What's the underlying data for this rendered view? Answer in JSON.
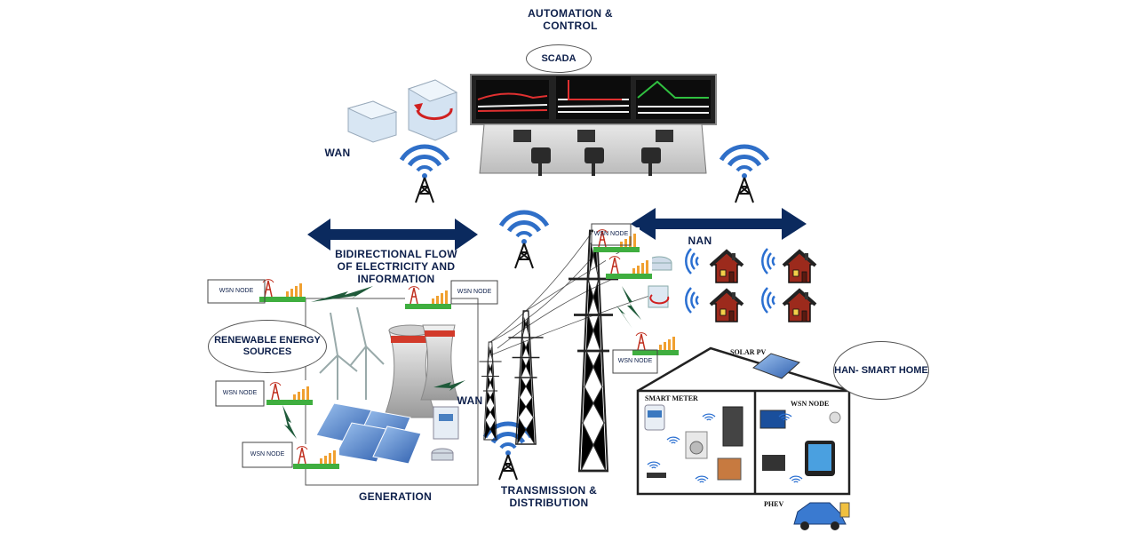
{
  "labels": {
    "automation": "AUTOMATION & CONTROL",
    "scada": "SCADA",
    "wan_top": "WAN",
    "nan": "NAN",
    "bidirectional": "BIDIRECTIONAL FLOW OF ELECTRICITY AND INFORMATION",
    "renewable": "RENEWABLE ENERGY SOURCES",
    "wan_generation": "WAN",
    "generation": "GENERATION",
    "transmission": "TRANSMISSION & DISTRIBUTION",
    "han": "HAN- SMART HOME",
    "solar_pv": "SOLAR PV",
    "smart_meter": "SMART METER",
    "wsn_node_home": "WSN NODE",
    "phev": "PHEV"
  },
  "wsn_nodes": [
    "WSN NODE",
    "WSN NODE",
    "WSN NODE",
    "WSN NODE",
    "WSN NODE",
    "WSN NODE",
    "WSN NODE"
  ],
  "colors": {
    "navy": "#0d1f4a",
    "arrow": "#0b2a5e",
    "signal": "#2a6fd1",
    "house_red": "#9c2a1c",
    "green_bar": "#3fae3f",
    "panel_blue": "#3f6fbf"
  },
  "icons": [
    "server-icon",
    "cooling-tower-icon",
    "wind-turbine-icon",
    "solar-panel-icon",
    "transmission-tower-icon",
    "house-icon",
    "wifi-icon",
    "radio-tower-icon",
    "control-room-icon",
    "car-icon",
    "lightning-icon"
  ]
}
